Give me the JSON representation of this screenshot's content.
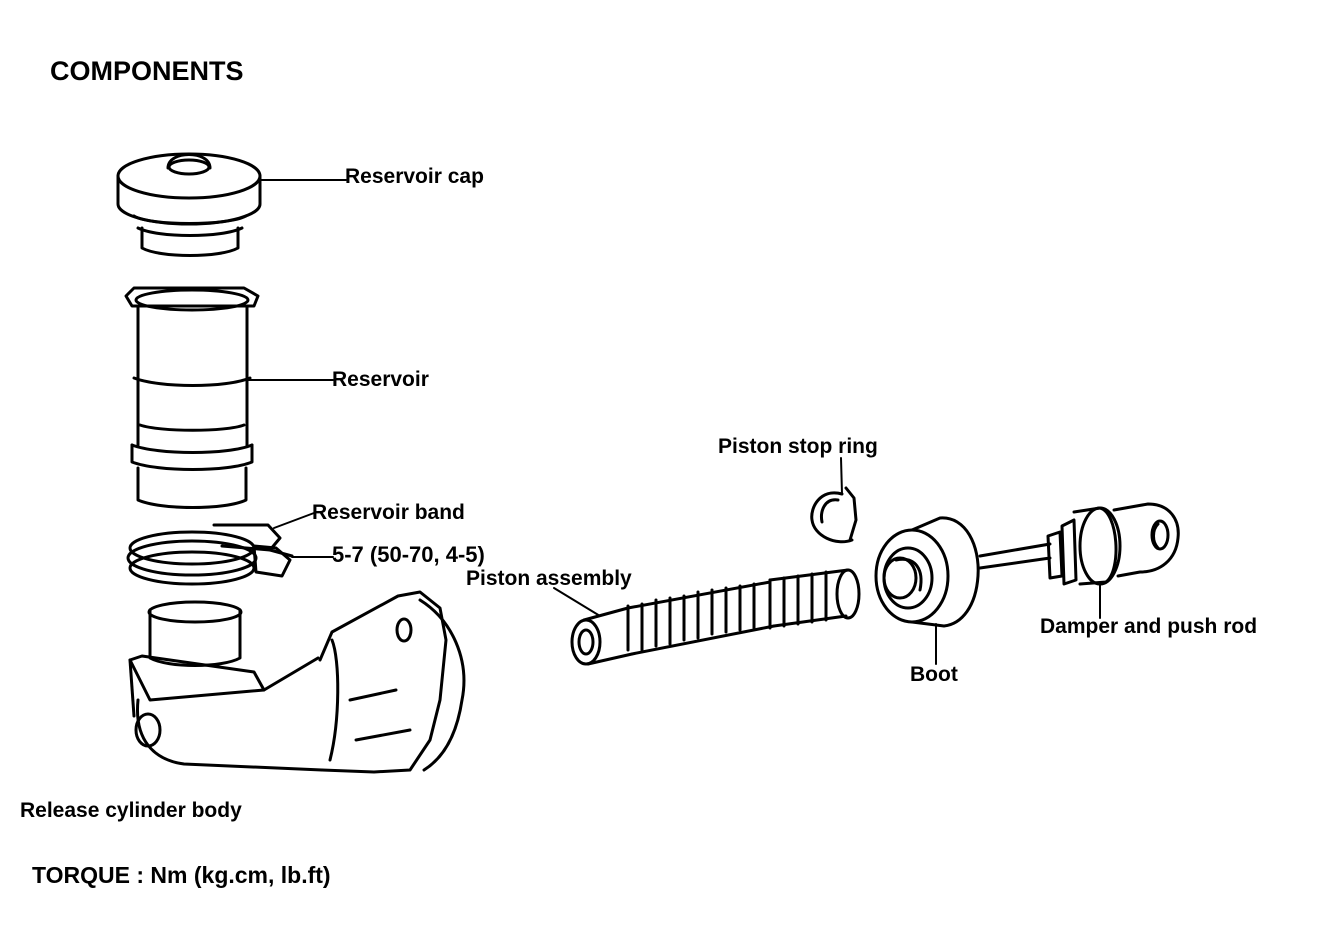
{
  "title": "COMPONENTS",
  "labels": {
    "reservoir_cap": "Reservoir cap",
    "reservoir": "Reservoir",
    "reservoir_band": "Reservoir band",
    "band_torque": "5-7 (50-70, 4-5)",
    "piston_assembly": "Piston assembly",
    "piston_stop_ring": "Piston stop ring",
    "damper_and_push_rod": "Damper and push rod",
    "boot": "Boot",
    "release_cylinder_body": "Release cylinder body"
  },
  "torque_note": "TORQUE : Nm (kg.cm, lb.ft)"
}
